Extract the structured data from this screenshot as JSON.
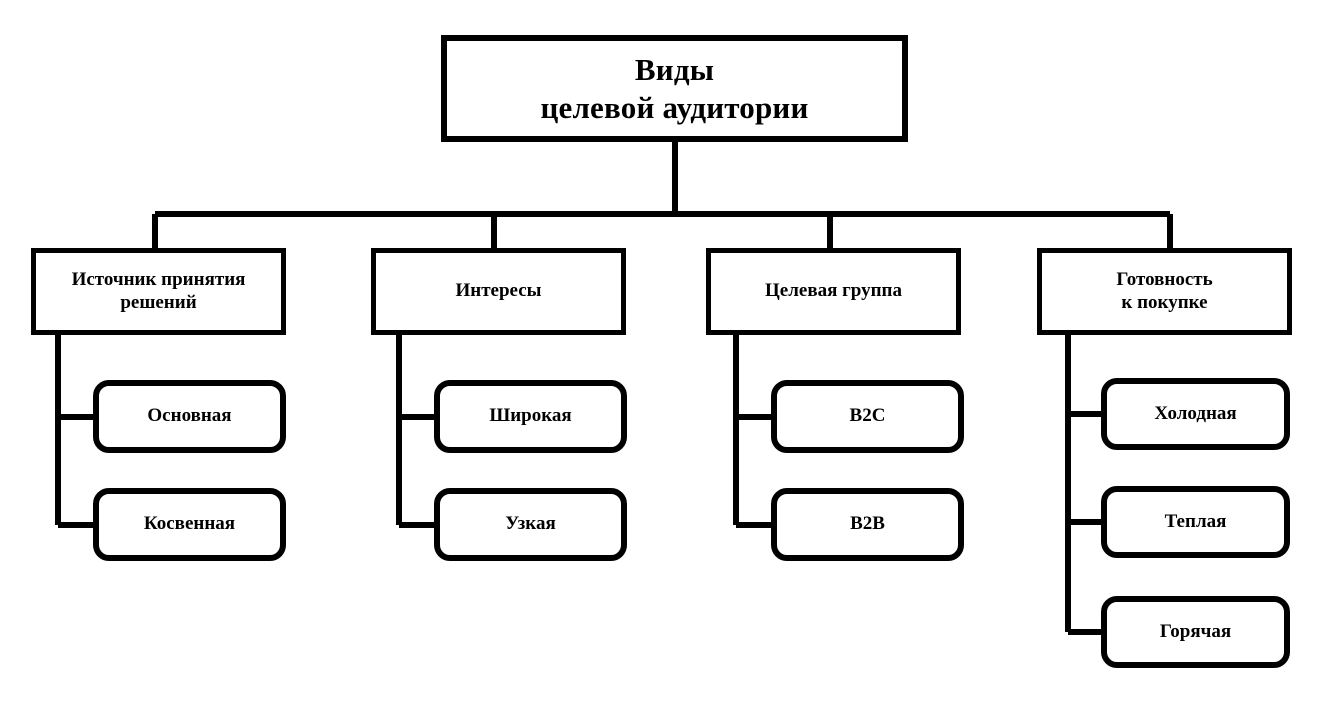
{
  "diagram": {
    "title": "Виды\nцелевой аудитории",
    "root": {
      "label": "Виды\nцелевой аудитории"
    },
    "branches": [
      {
        "label": "Источник принятия\nрешений",
        "leaves": [
          {
            "label": "Основная"
          },
          {
            "label": "Косвенная"
          }
        ]
      },
      {
        "label": "Интересы",
        "leaves": [
          {
            "label": "Широкая"
          },
          {
            "label": "Узкая"
          }
        ]
      },
      {
        "label": "Целевая группа",
        "leaves": [
          {
            "label": "B2C"
          },
          {
            "label": "B2B"
          }
        ]
      },
      {
        "label": "Готовность\nк покупке",
        "leaves": [
          {
            "label": "Холодная"
          },
          {
            "label": "Теплая"
          },
          {
            "label": "Горячая"
          }
        ]
      }
    ],
    "colors": {
      "line": "#000000",
      "box_fill": "#ffffff",
      "text": "#000000",
      "background": "#ffffff"
    }
  }
}
